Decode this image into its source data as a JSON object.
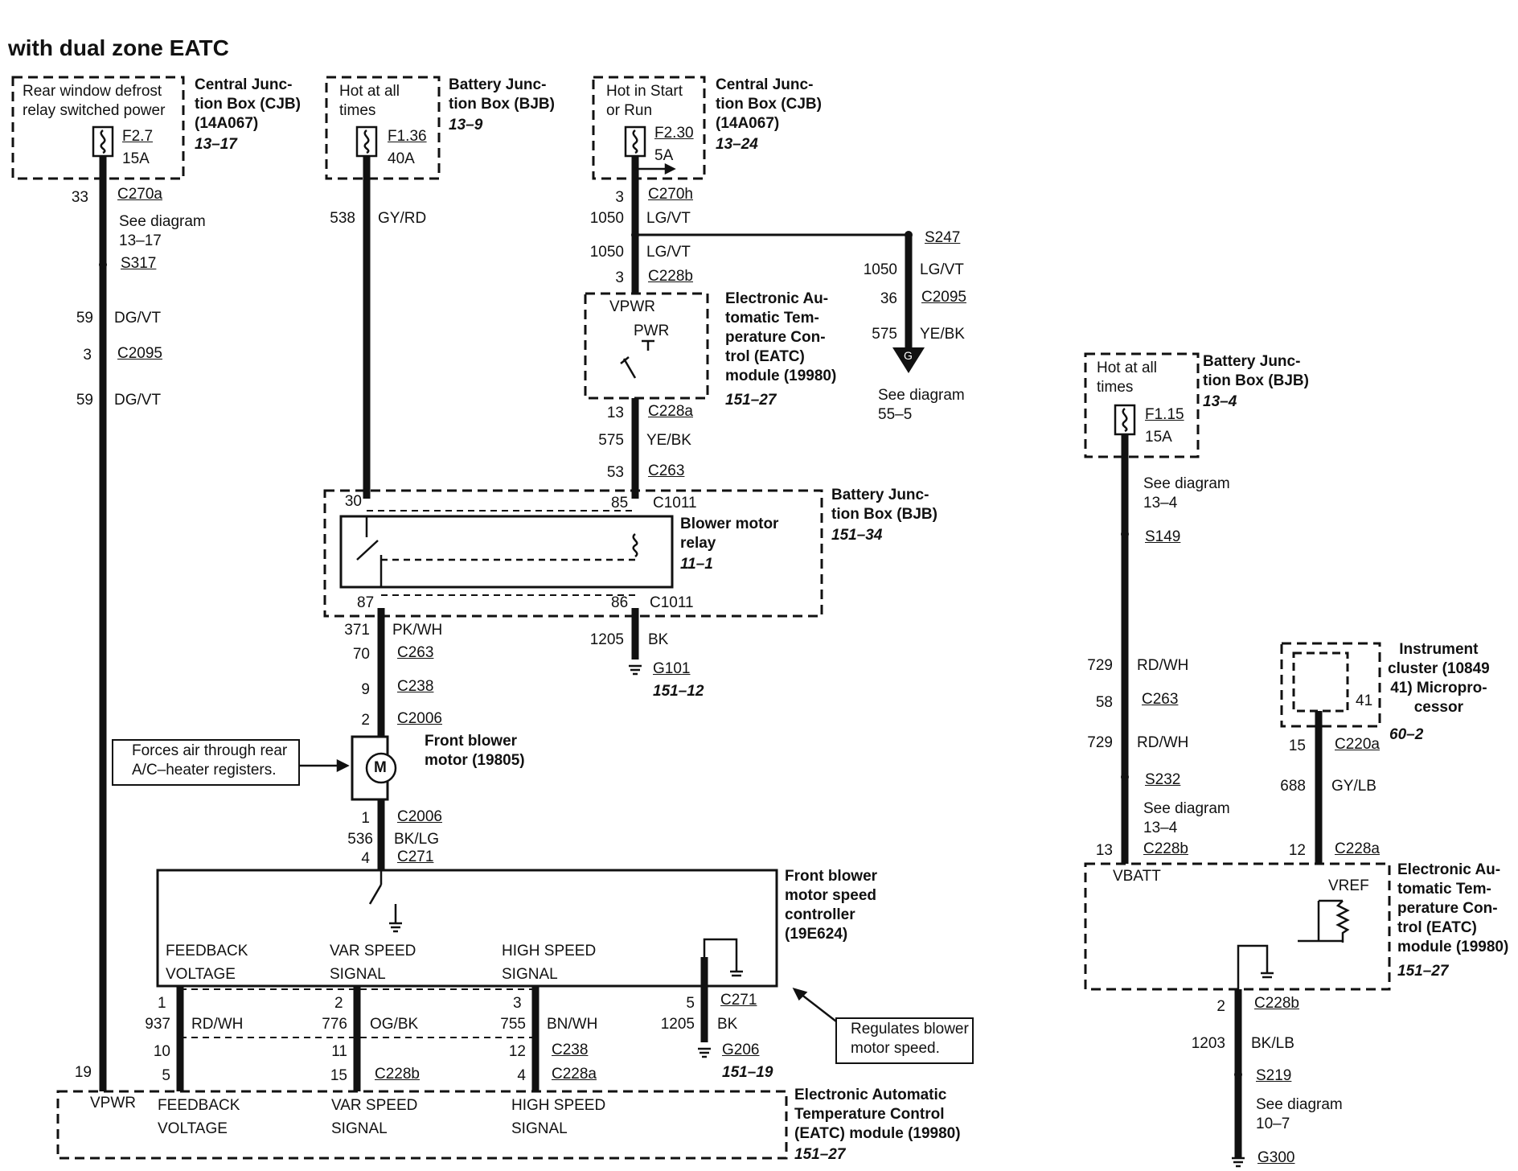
{
  "title": "with dual zone EATC",
  "components": {
    "cjb_left": {
      "inner": "Rear window defrost\nrelay switched power",
      "fuse": "F2.7",
      "amps": "15A",
      "name": "Central Junc-\ntion Box (CJB)\n(14A067)",
      "ref": "13–17"
    },
    "bjb_top": {
      "inner": "Hot at all\ntimes",
      "fuse": "F1.36",
      "amps": "40A",
      "name": "Battery Junc-\ntion Box (BJB)",
      "ref": "13–9"
    },
    "cjb_mid": {
      "inner": "Hot in Start\nor Run",
      "fuse": "F2.30",
      "amps": "5A",
      "name": "Central Junc-\ntion Box (CJB)\n(14A067)",
      "ref": "13–24"
    },
    "eatc_top": {
      "pin": "VPWR",
      "switch": "PWR",
      "name": "Electronic Au-\ntomatic Tem-\nperature Con-\ntrol (EATC)\nmodule (19980)",
      "ref": "151–27"
    },
    "bjb_relay": {
      "name": "Battery Junc-\ntion Box (BJB)",
      "ref": "151–34",
      "relay_name": "Blower motor\nrelay",
      "relay_ref": "11–1"
    },
    "blower": {
      "symbol": "M",
      "name": "Front blower\nmotor (19805)",
      "note": "Forces air through rear\nA/C–heater registers."
    },
    "controller": {
      "name": "Front blower\nmotor speed\ncontroller\n(19E624)",
      "sig1": "FEEDBACK\nVOLTAGE",
      "sig2": "VAR SPEED\nSIGNAL",
      "sig3": "HIGH SPEED\nSIGNAL",
      "note": "Regulates blower\nmotor speed."
    },
    "eatc_bottom": {
      "pin0": "VPWR",
      "pin1": "FEEDBACK\nVOLTAGE",
      "pin2": "VAR SPEED\nSIGNAL",
      "pin3": "HIGH SPEED\nSIGNAL",
      "name": "Electronic Automatic\nTemperature Control\n(EATC) module (19980)",
      "ref": "151–27"
    },
    "bjb_right": {
      "inner": "Hot at all\ntimes",
      "fuse": "F1.15",
      "amps": "15A",
      "name": "Battery Junc-\ntion Box (BJB)",
      "ref": "13–4"
    },
    "cluster": {
      "pin": "41",
      "name": "Instrument\ncluster (10849\n41) Micropro-\ncessor",
      "ref": "60–2"
    },
    "eatc_right": {
      "pin1": "VBATT",
      "pin2": "VREF",
      "name": "Electronic Au-\ntomatic Tem-\nperature Con-\ntrol (EATC)\nmodule (19980)",
      "ref": "151–27"
    }
  },
  "wires": {
    "w1": {
      "p33": "33",
      "c270a": "C270a",
      "see": "See diagram\n13–17",
      "s317": "S317",
      "n59a": "59",
      "dgvt_a": "DG/VT",
      "p3": "3",
      "c2095": "C2095",
      "n59b": "59",
      "dgvt_b": "DG/VT",
      "p19": "19"
    },
    "w2": {
      "n538": "538",
      "gyrd": "GY/RD",
      "p30": "30"
    },
    "w3": {
      "p3": "3",
      "c270h": "C270h",
      "n1050a": "1050",
      "lgvt_a": "LG/VT",
      "n1050b": "1050",
      "lgvt_b": "LG/VT",
      "p3b": "3",
      "c228b": "C228b",
      "p13": "13",
      "c228a": "C228a",
      "n575": "575",
      "yebk": "YE/BK",
      "p53": "53",
      "c263": "C263",
      "p85": "85",
      "c1011a": "C1011",
      "p86": "86",
      "c1011b": "C1011",
      "n1205": "1205",
      "bk": "BK",
      "g101": "G101",
      "g101ref": "151–12"
    },
    "w4": {
      "s247": "S247",
      "n1050": "1050",
      "lgvt": "LG/VT",
      "p36": "36",
      "c2095": "C2095",
      "n575": "575",
      "yebk": "YE/BK",
      "see": "See diagram\n55–5",
      "g": "G"
    },
    "w5": {
      "p87": "87",
      "n371": "371",
      "pkwh": "PK/WH",
      "p70": "70",
      "c263": "C263",
      "p9": "9",
      "c238": "C238",
      "p2": "2",
      "c2006a": "C2006",
      "p1": "1",
      "c2006b": "C2006",
      "n536": "536",
      "bklg": "BK/LG",
      "p4": "4",
      "c271": "C271"
    },
    "w6": {
      "p1": "1",
      "n937": "937",
      "rdwh": "RD/WH",
      "p10": "10",
      "p5": "5"
    },
    "w7": {
      "p2": "2",
      "n776": "776",
      "ogbk": "OG/BK",
      "p11": "11",
      "p15": "15",
      "c228b": "C228b"
    },
    "w8": {
      "p3": "3",
      "n755": "755",
      "bnwh": "BN/WH",
      "p12": "12",
      "c238": "C238",
      "p4": "4",
      "c228a": "C228a"
    },
    "w9": {
      "p5": "5",
      "c271": "C271",
      "n1205": "1205",
      "bk": "BK",
      "g206": "G206",
      "g206ref": "151–19"
    },
    "w10": {
      "see_a": "See diagram\n13–4",
      "s149": "S149",
      "n729a": "729",
      "rdwh_a": "RD/WH",
      "p58": "58",
      "c263": "C263",
      "n729b": "729",
      "rdwh_b": "RD/WH",
      "s232": "S232",
      "see_b": "See diagram\n13–4",
      "p13": "13",
      "c228b": "C228b"
    },
    "w11": {
      "p15": "15",
      "c220a": "C220a",
      "n688": "688",
      "gylb": "GY/LB",
      "p12": "12",
      "c228a": "C228a"
    },
    "w12": {
      "p2": "2",
      "c228b": "C228b",
      "n1203": "1203",
      "bklb": "BK/LB",
      "s219": "S219",
      "see": "See diagram\n10–7",
      "g300": "G300"
    }
  }
}
